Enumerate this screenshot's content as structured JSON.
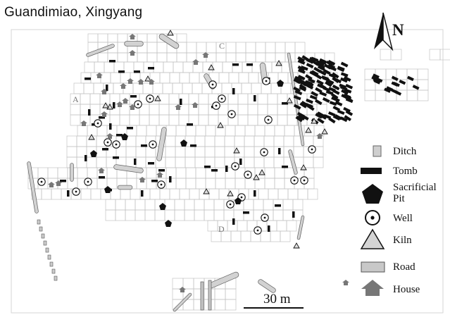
{
  "title": "Guandimiao, Xingyang",
  "north": {
    "label": "N",
    "icon": "north-arrow-icon"
  },
  "area_labels": [
    "A",
    "C",
    "D"
  ],
  "legend": {
    "ditch": "Ditch",
    "tomb": "Tomb",
    "sacrificial_pit": "Sacrificial\nPit",
    "well": "Well",
    "kiln": "Kiln",
    "road": "Road",
    "house": "House"
  },
  "scale_bar": {
    "label": "30 m"
  },
  "colors": {
    "ink": "#111111",
    "grid": "#bdbdbd",
    "ditch_fill": "#cfcfcf",
    "house": "#777777"
  }
}
